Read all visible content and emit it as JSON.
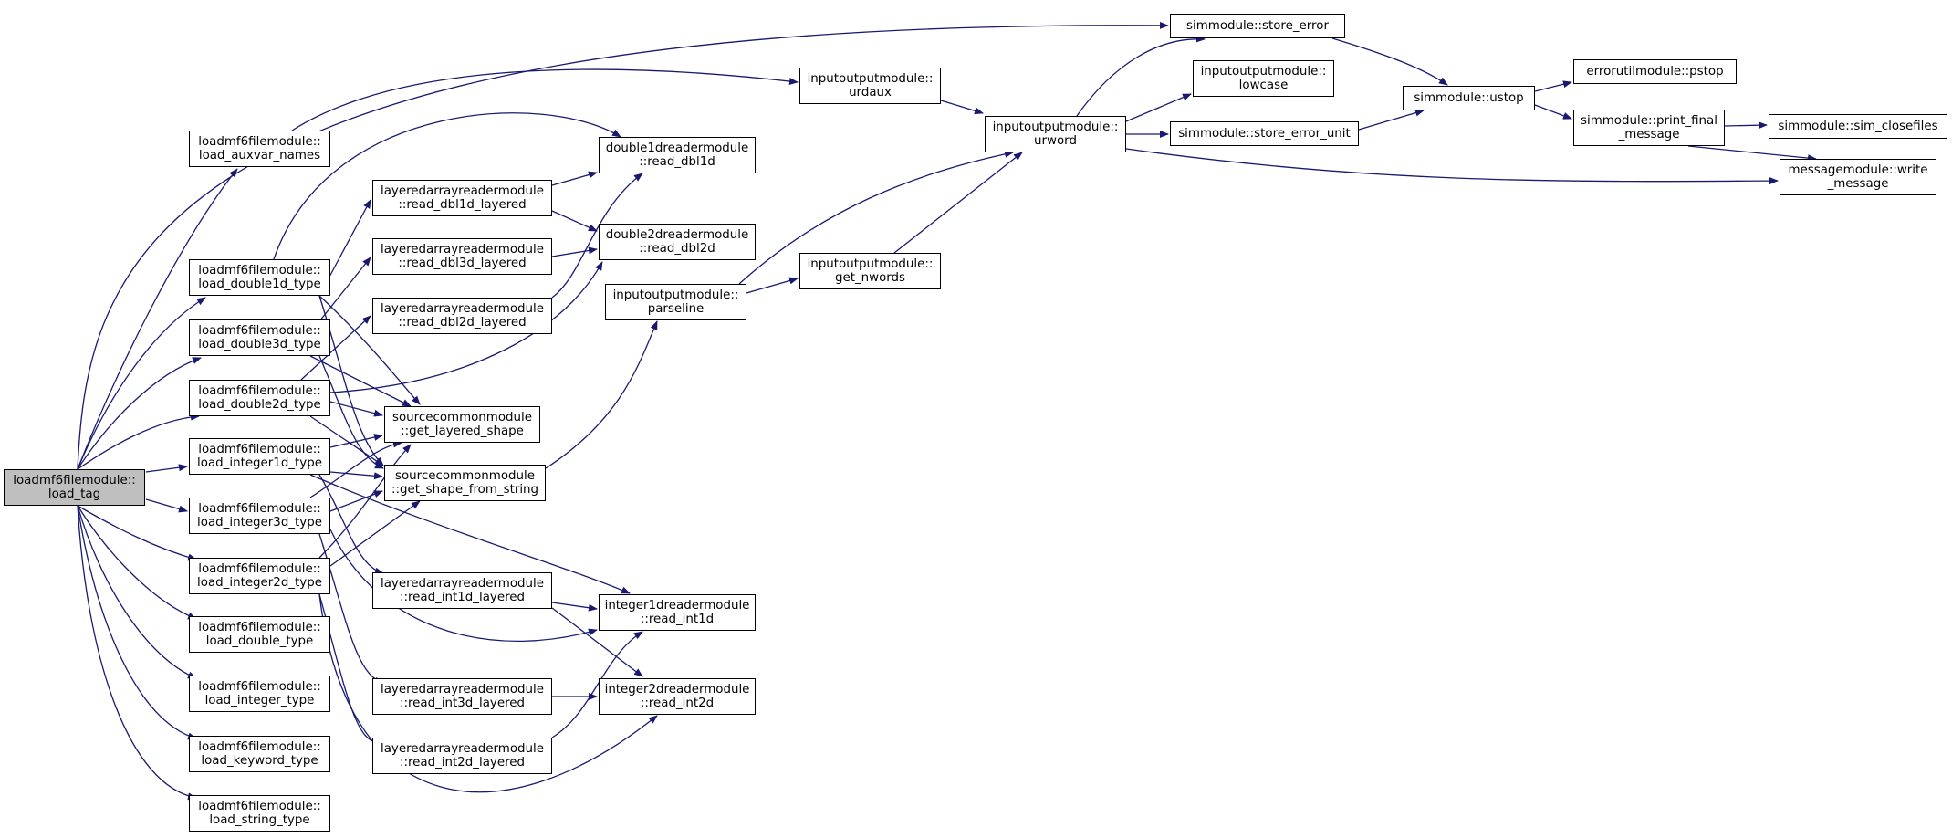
{
  "nodes": {
    "load_tag": {
      "line1": "loadmf6filemodule::",
      "line2": "load_tag"
    },
    "load_auxvar_names": {
      "line1": "loadmf6filemodule::",
      "line2": "load_auxvar_names"
    },
    "load_double1d_type": {
      "line1": "loadmf6filemodule::",
      "line2": "load_double1d_type"
    },
    "load_double3d_type": {
      "line1": "loadmf6filemodule::",
      "line2": "load_double3d_type"
    },
    "load_double2d_type": {
      "line1": "loadmf6filemodule::",
      "line2": "load_double2d_type"
    },
    "load_integer1d_type": {
      "line1": "loadmf6filemodule::",
      "line2": "load_integer1d_type"
    },
    "load_integer3d_type": {
      "line1": "loadmf6filemodule::",
      "line2": "load_integer3d_type"
    },
    "load_integer2d_type": {
      "line1": "loadmf6filemodule::",
      "line2": "load_integer2d_type"
    },
    "load_double_type": {
      "line1": "loadmf6filemodule::",
      "line2": "load_double_type"
    },
    "load_integer_type": {
      "line1": "loadmf6filemodule::",
      "line2": "load_integer_type"
    },
    "load_keyword_type": {
      "line1": "loadmf6filemodule::",
      "line2": "load_keyword_type"
    },
    "load_string_type": {
      "line1": "loadmf6filemodule::",
      "line2": "load_string_type"
    },
    "read_dbl1d_layered": {
      "line1": "layeredarrayreadermodule",
      "line2": "::read_dbl1d_layered"
    },
    "read_dbl3d_layered": {
      "line1": "layeredarrayreadermodule",
      "line2": "::read_dbl3d_layered"
    },
    "read_dbl2d_layered": {
      "line1": "layeredarrayreadermodule",
      "line2": "::read_dbl2d_layered"
    },
    "get_layered_shape": {
      "line1": "sourcecommonmodule",
      "line2": "::get_layered_shape"
    },
    "get_shape_from_string": {
      "line1": "sourcecommonmodule",
      "line2": "::get_shape_from_string"
    },
    "read_int1d_layered": {
      "line1": "layeredarrayreadermodule",
      "line2": "::read_int1d_layered"
    },
    "read_int3d_layered": {
      "line1": "layeredarrayreadermodule",
      "line2": "::read_int3d_layered"
    },
    "read_int2d_layered": {
      "line1": "layeredarrayreadermodule",
      "line2": "::read_int2d_layered"
    },
    "read_dbl1d": {
      "line1": "double1dreadermodule",
      "line2": "::read_dbl1d"
    },
    "read_dbl2d": {
      "line1": "double2dreadermodule",
      "line2": "::read_dbl2d"
    },
    "parseline": {
      "line1": "inputoutputmodule::",
      "line2": "parseline"
    },
    "read_int1d": {
      "line1": "integer1dreadermodule",
      "line2": "::read_int1d"
    },
    "read_int2d": {
      "line1": "integer2dreadermodule",
      "line2": "::read_int2d"
    },
    "urdaux": {
      "line1": "inputoutputmodule::",
      "line2": "urdaux"
    },
    "get_nwords": {
      "line1": "inputoutputmodule::",
      "line2": "get_nwords"
    },
    "urword": {
      "line1": "inputoutputmodule::",
      "line2": "urword"
    },
    "store_error": {
      "line1": "simmodule::store_error",
      "line2": ""
    },
    "lowcase": {
      "line1": "inputoutputmodule::",
      "line2": "lowcase"
    },
    "store_error_unit": {
      "line1": "simmodule::store_error_unit",
      "line2": ""
    },
    "ustop": {
      "line1": "simmodule::ustop",
      "line2": ""
    },
    "pstop": {
      "line1": "errorutilmodule::pstop",
      "line2": ""
    },
    "print_final_message": {
      "line1": "simmodule::print_final",
      "line2": "_message"
    },
    "sim_closefiles": {
      "line1": "simmodule::sim_closefiles",
      "line2": ""
    },
    "write_message": {
      "line1": "messagemodule::write",
      "line2": "_message"
    }
  },
  "colors": {
    "edge": "#191970",
    "node_border": "#000000",
    "root_fill": "#bfbfbf"
  }
}
